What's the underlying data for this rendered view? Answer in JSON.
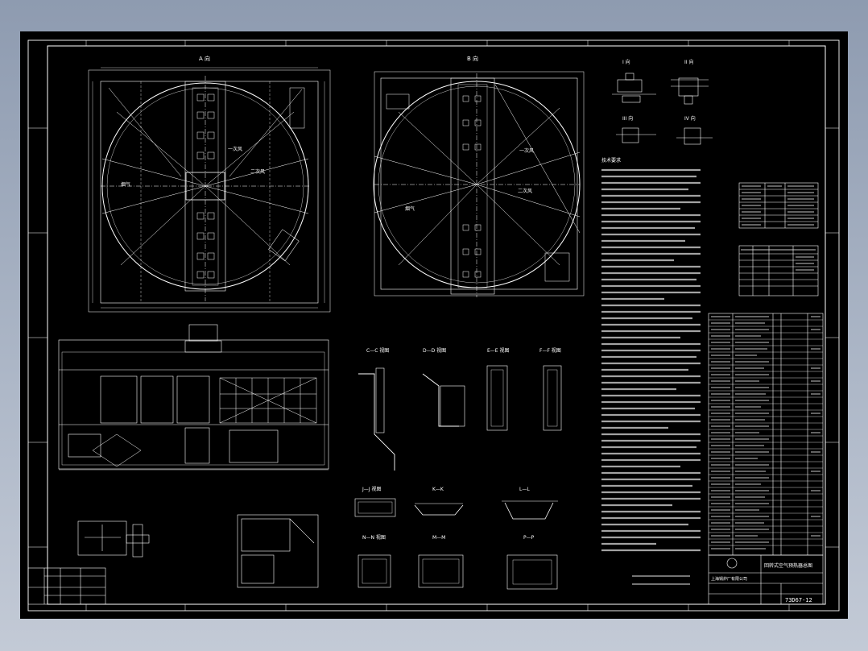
{
  "drawing": {
    "views": {
      "plan_a": "A 向",
      "plan_b": "B 向",
      "section_c": "C—C 视图",
      "section_d": "D—D 视图",
      "section_e": "E—E 视图",
      "section_f": "F—F 视图",
      "section_j": "J—J 视图",
      "section_k": "K—K",
      "section_l": "L—L",
      "section_n": "N—N 视图",
      "section_m": "M—M",
      "section_p": "P—P",
      "detail_1": "I 向",
      "detail_2": "II 向",
      "detail_3": "III 向",
      "detail_4": "IV 向"
    },
    "labels": {
      "primary_air": "一次风",
      "secondary_air": "二次风",
      "flue_gas": "烟气"
    },
    "notes_title": "技术要求",
    "title_block": {
      "company": "上海锅炉厂有限公司",
      "drawing_title": "回转式空气预热器总图",
      "drawing_no": "73D67-12"
    }
  },
  "colors": {
    "sheet": "#000000",
    "lines": "#ffffff",
    "background": "#a0abbd"
  }
}
